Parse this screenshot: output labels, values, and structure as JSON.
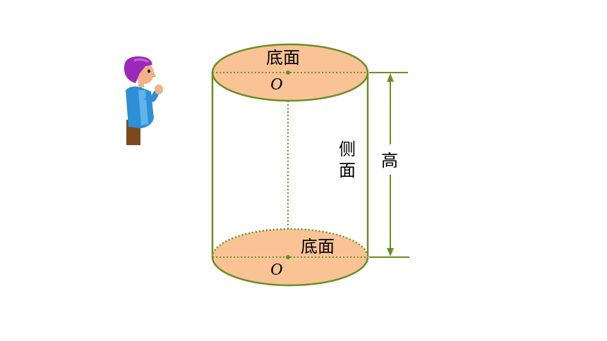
{
  "labels": {
    "top_face": "底面",
    "top_center": "O",
    "side_face_line1": "侧",
    "side_face_line2": "面",
    "height": "高",
    "bottom_face": "底面",
    "bottom_center": "O"
  },
  "colors": {
    "face_fill": "#f9c396",
    "stroke": "#6b8e23",
    "dotted": "#6b8e23"
  },
  "icons": {
    "character": "thinking-person-icon"
  }
}
